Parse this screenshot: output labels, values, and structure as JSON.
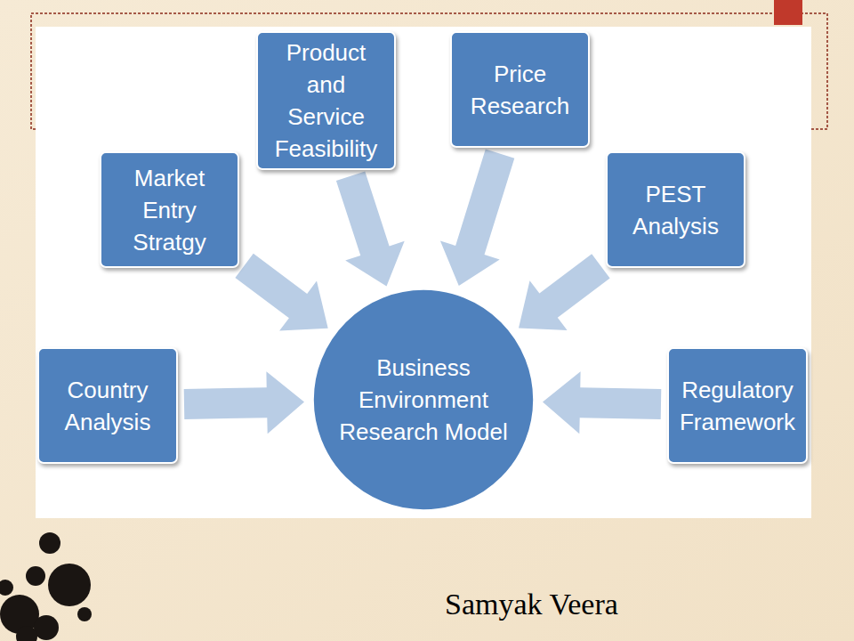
{
  "diagram": {
    "nodes": [
      {
        "text": [
          "Product and Service Feasibility"
        ]
      },
      {
        "text": [
          "Price Research"
        ]
      },
      {
        "text": [
          "Market Entry Stratgy"
        ]
      },
      {
        "text": [
          "PEST Analysis"
        ]
      },
      {
        "text": [
          "Country Analysis"
        ]
      },
      {
        "text": [
          "Business Environment Research Model"
        ]
      },
      {
        "text": [
          "Regulatory Framework"
        ]
      }
    ],
    "edges": [
      {
        "from": 0,
        "to": 5,
        "arrow": "to"
      },
      {
        "from": 1,
        "to": 5,
        "arrow": "to"
      },
      {
        "from": 2,
        "to": 5,
        "arrow": "to"
      },
      {
        "from": 3,
        "to": 5,
        "arrow": "to"
      },
      {
        "from": 4,
        "to": 5,
        "arrow": "to"
      },
      {
        "from": 6,
        "to": 5,
        "arrow": "to"
      }
    ],
    "labels": [
      "Samyak Veera"
    ]
  }
}
